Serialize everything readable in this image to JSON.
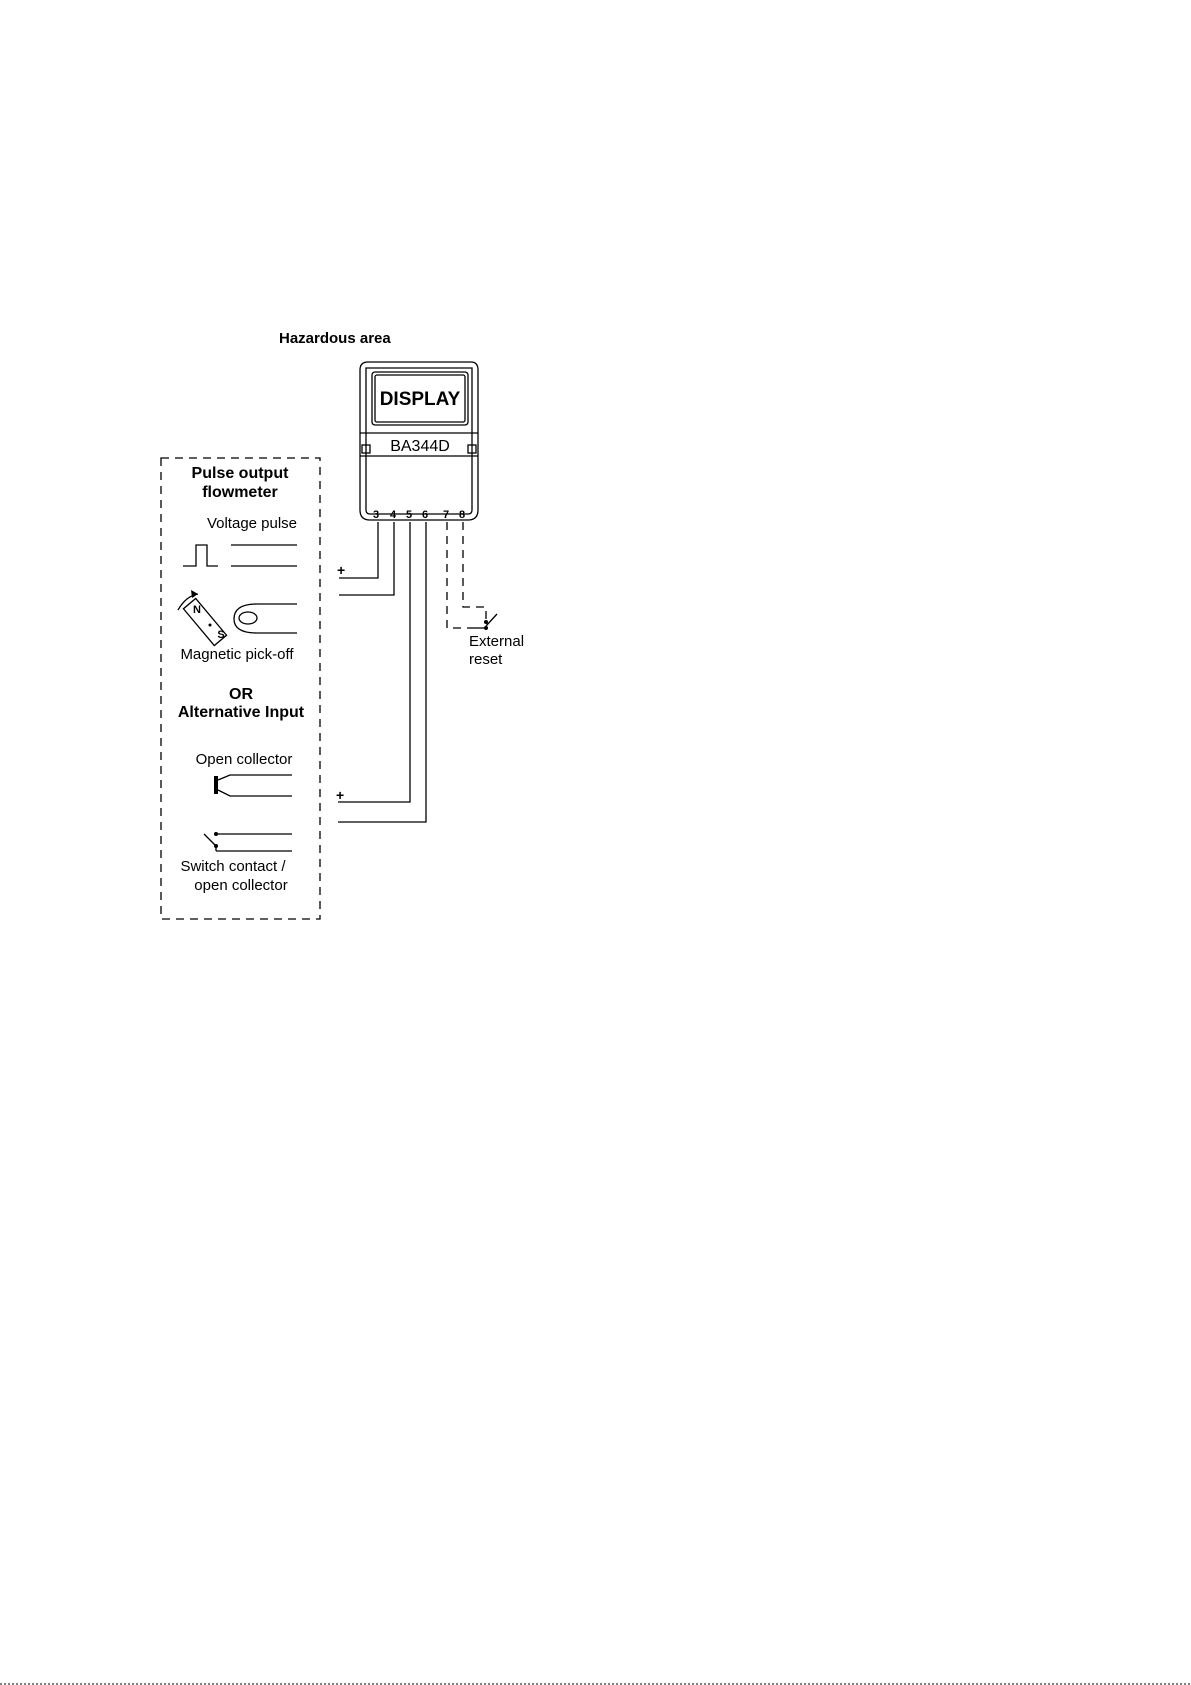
{
  "diagram": {
    "area_label": "Hazardous area",
    "instrument": {
      "display_label": "DISPLAY",
      "model": "BA344D",
      "terminals": [
        "3",
        "4",
        "5",
        "6",
        "7",
        "8"
      ]
    },
    "flowmeter": {
      "title_line1": "Pulse output",
      "title_line2": "flowmeter",
      "voltage_pulse": "Voltage pulse",
      "magnetic_pickoff": "Magnetic pick-off",
      "or_label": "OR",
      "alternative_input": "Alternative Input",
      "open_collector": "Open collector",
      "switch_contact_line1": "Switch contact /",
      "switch_contact_line2": "open collector",
      "plus_sign": "+"
    },
    "reset": {
      "line1": "External",
      "line2": "reset"
    },
    "magnet_poles": {
      "north": "N",
      "south": "S"
    }
  }
}
